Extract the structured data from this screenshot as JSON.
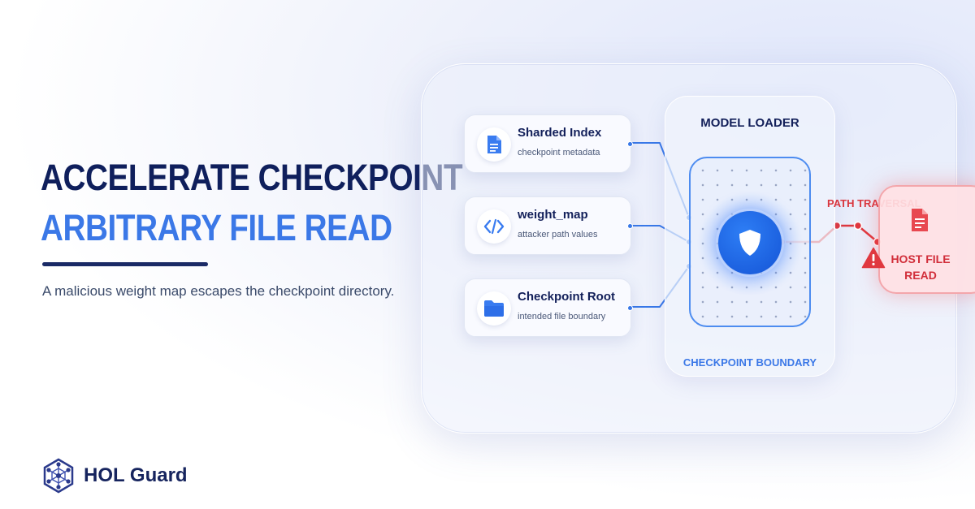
{
  "headline": {
    "line1": "ACCELERATE CHECKPOINT",
    "line2": "ARBITRARY FILE READ",
    "subtitle": "A malicious weight map escapes the checkpoint directory."
  },
  "brand": {
    "name": "HOL Guard",
    "logo_icon": "hexagon-network-icon"
  },
  "diagram": {
    "inputs": [
      {
        "title": "Sharded Index",
        "subtitle": "checkpoint metadata",
        "icon": "document-icon"
      },
      {
        "title": "weight_map",
        "subtitle": "attacker path values",
        "icon": "code-brackets-icon"
      },
      {
        "title": "Checkpoint Root",
        "subtitle": "intended file boundary",
        "icon": "folder-icon"
      }
    ],
    "loader": {
      "title": "MODEL LOADER",
      "boundary_label": "CHECKPOINT BOUNDARY",
      "core_icon": "shield-icon"
    },
    "attack": {
      "label": "PATH TRAVERSAL",
      "target_label": "HOST FILE READ",
      "warning_icon": "warning-triangle-icon",
      "target_icon": "file-icon"
    }
  },
  "colors": {
    "navy": "#0f1f5c",
    "accent_blue": "#3b78e7",
    "danger_red": "#e0383f"
  }
}
